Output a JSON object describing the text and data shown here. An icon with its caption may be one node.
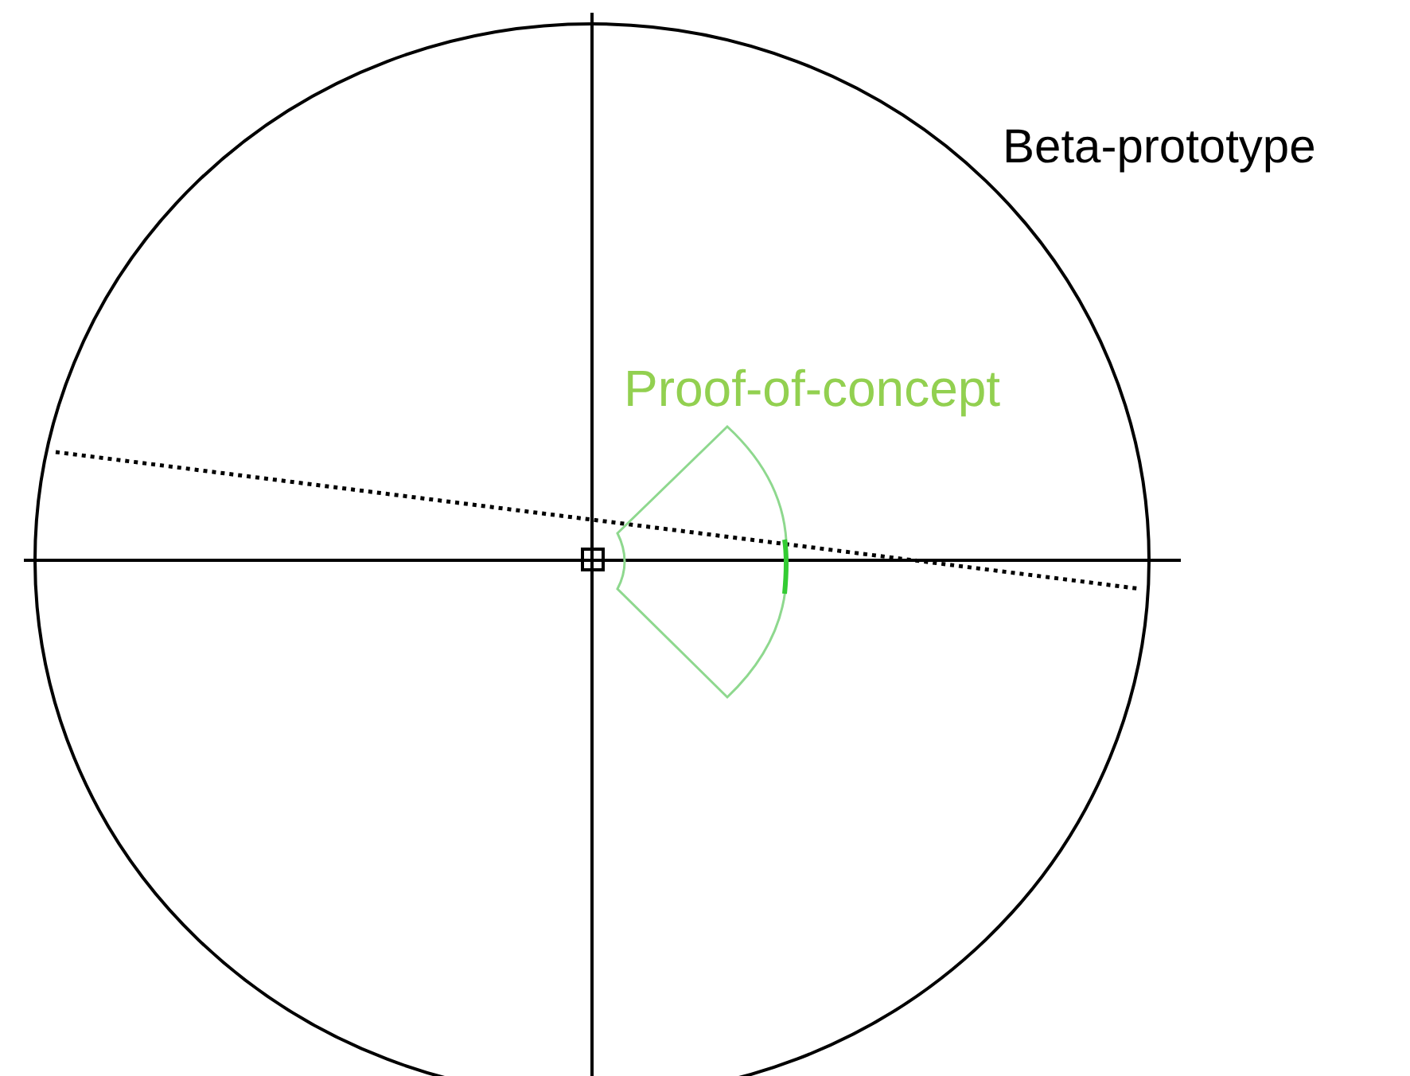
{
  "diagram": {
    "nodes": [
      {
        "text": [
          "Beta-prototype"
        ]
      },
      {
        "text": [
          "Proof-of-concept"
        ],
        "in": 0
      }
    ]
  }
}
